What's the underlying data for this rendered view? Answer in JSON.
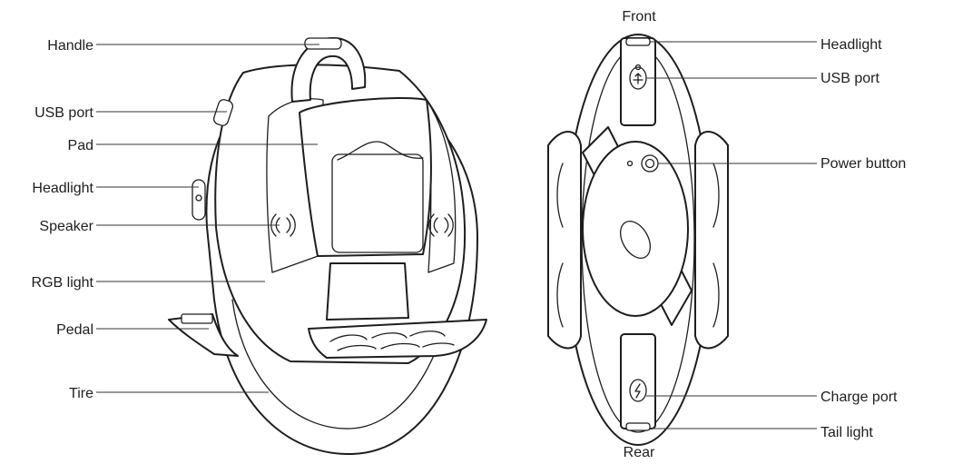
{
  "side_view": {
    "labels": {
      "handle": "Handle",
      "usb_port": "USB port",
      "pad": "Pad",
      "headlight": "Headlight",
      "speaker": "Speaker",
      "rgb_light": "RGB light",
      "pedal": "Pedal",
      "tire": "Tire"
    }
  },
  "top_view": {
    "labels": {
      "front": "Front",
      "rear": "Rear",
      "headlight": "Headlight",
      "usb_port": "USB port",
      "power_button": "Power button",
      "charge_port": "Charge port",
      "tail_light": "Tail light"
    }
  },
  "icons": [
    "usb-icon",
    "lightning-icon",
    "speaker-wave-icon",
    "power-button-icon"
  ]
}
